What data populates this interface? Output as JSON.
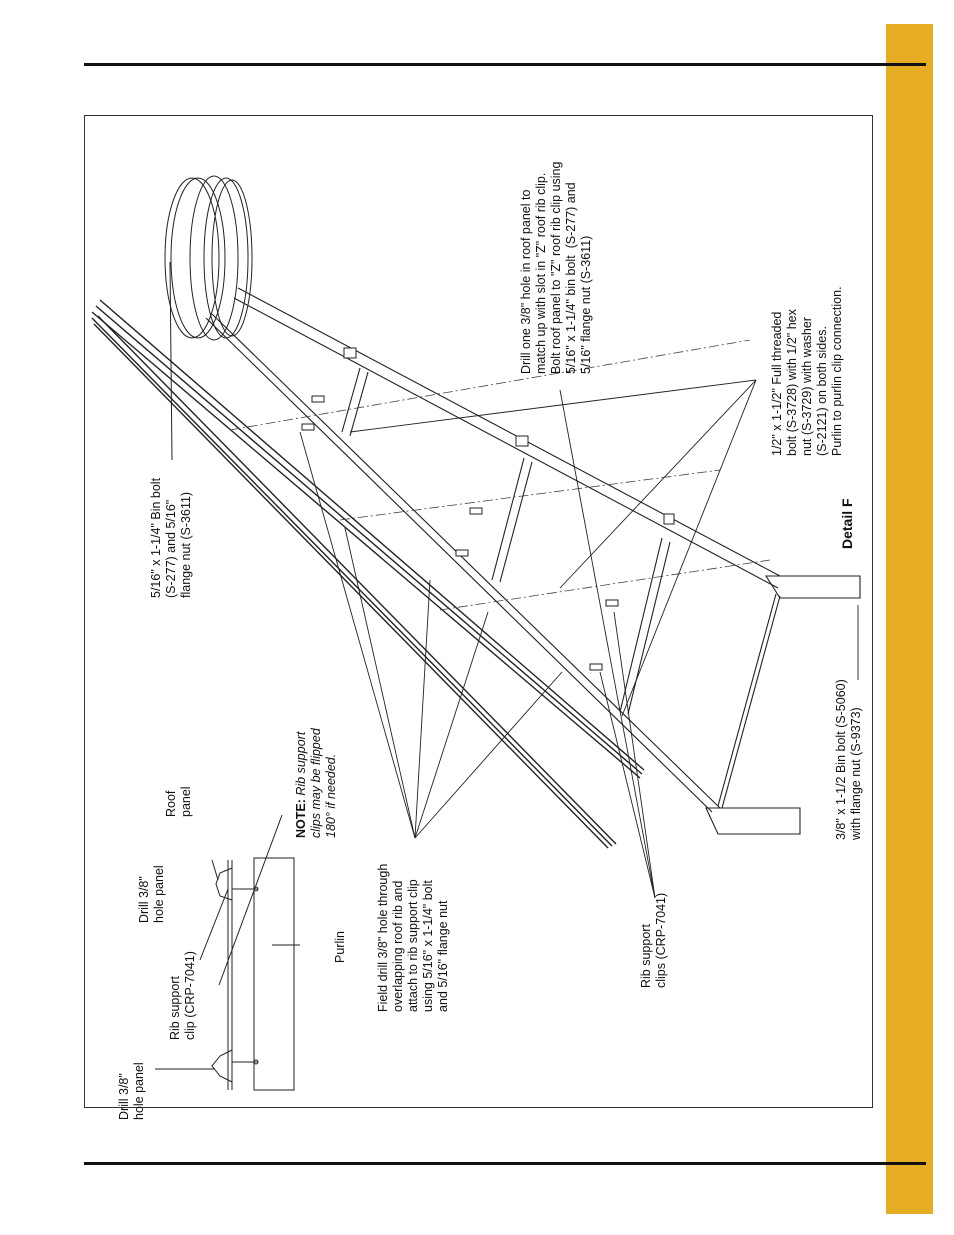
{
  "page": {
    "tab_color": "#e6ac24",
    "rule_color": "#111111"
  },
  "detail": {
    "title": "Detail F"
  },
  "callouts": {
    "drill_hole_left": "Drill 3/8\"\nhole panel",
    "rib_support_clip_left": "Rib support\nclip (CRP-7041)",
    "drill_hole_mid": "Drill 3/8\"\nhole panel",
    "roof_panel": "Roof\npanel",
    "purlin": "Purlin",
    "note_label": "NOTE:",
    "note_text_line1": " Rib support",
    "note_text_rest": "clips may be flipped\n180° if needed.",
    "bin_bolt_flange": "5/16\" x 1-1/4\" Bin bolt\n(S-277) and 5/16\"\nflange nut (S-3611)",
    "field_drill": "Field drill 3/8\" hole through\noverlapping roof rib and\nattach to rib support clip\nusing 5/16\" x 1-1/4\" bolt\nand 5/16\" flange nut",
    "rib_support_clips": "Rib support\nclips (CRP-7041)",
    "drill_one_hole": "Drill one 3/8\" hole in roof panel to\nmatch up with slot in \"Z\" roof rib clip.\nBolt roof panel to \"Z\" roof rib clip using\n5/16\" x 1-1/4\" bin bolt  (S-277) and\n5/16\" flange nut (S-3611)",
    "full_threaded_bolt": "1/2\" x 1-1/2\" Full threaded\nbolt (S-3728) with 1/2\" hex\nnut (S-3729) with washer\n(S-2121) on both sides.\nPurlin to purlin clip connection.",
    "bin_bolt_38": "3/8\" x 1-1/2 Bin bolt (S-5060)\nwith flange nut (S-9373)"
  }
}
